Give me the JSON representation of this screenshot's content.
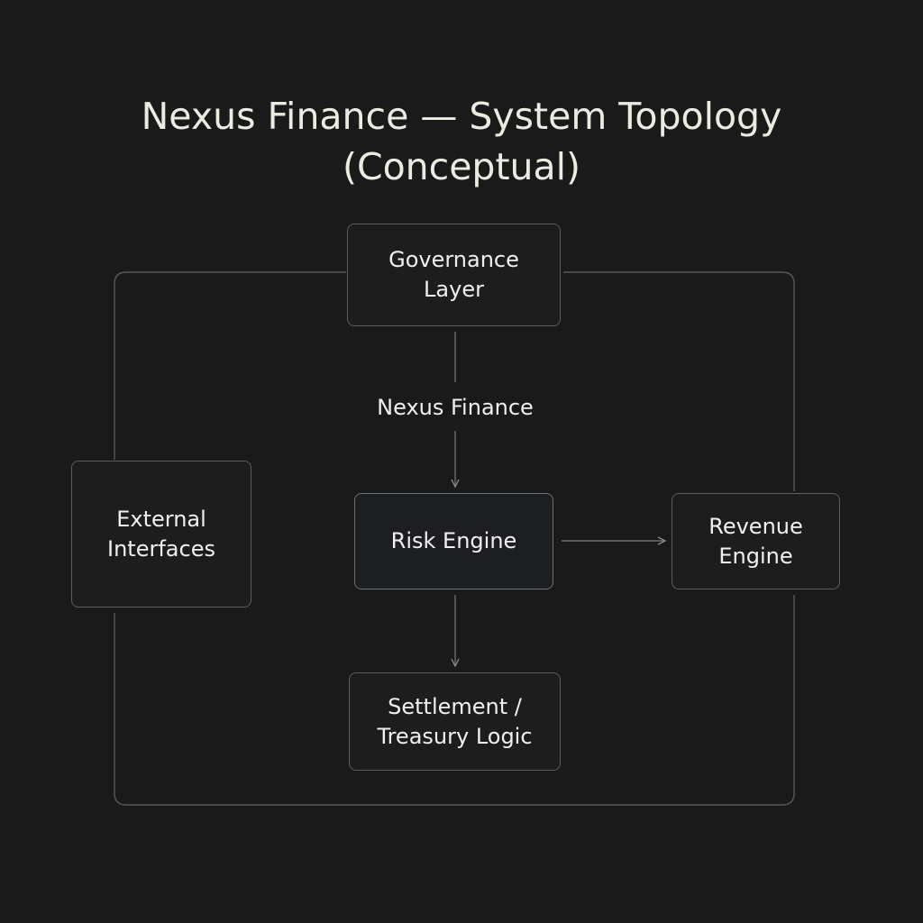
{
  "title": {
    "line1": "Nexus Finance — System Topology",
    "line2": "(Conceptual)"
  },
  "nodes": {
    "governance": "Governance\nLayer",
    "external": "External\nInterfaces",
    "risk": "Risk Engine",
    "revenue": "Revenue\nEngine",
    "settlement": "Settlement /\nTreasury Logic"
  },
  "edge_label": "Nexus Finance",
  "colors": {
    "background": "#1a1a1a",
    "line": "#5a5d62",
    "text": "#f0f0f0"
  }
}
